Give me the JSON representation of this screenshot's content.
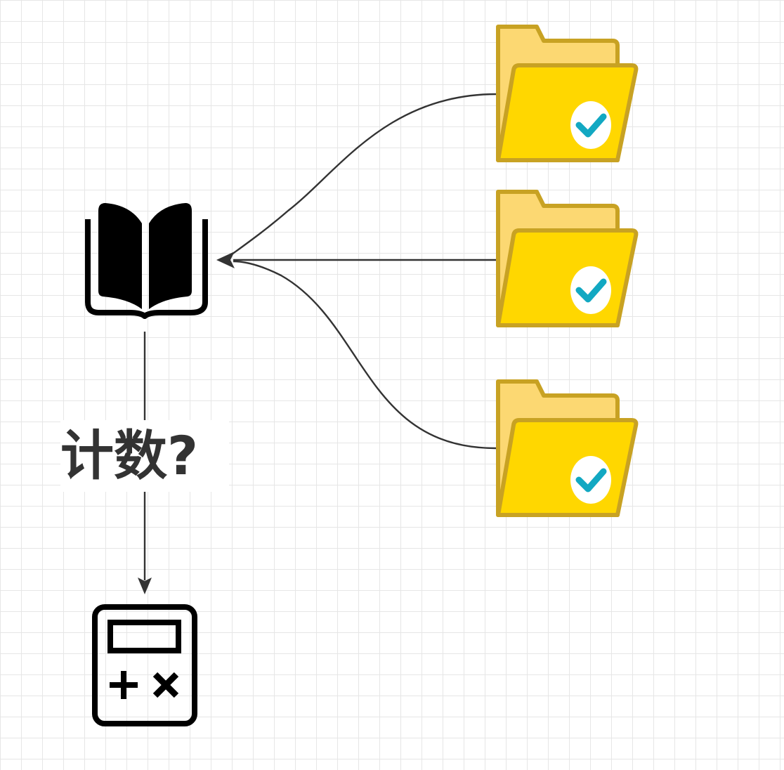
{
  "diagram": {
    "edge_label": "计数?",
    "nodes": [
      {
        "id": "folder-1",
        "icon": "folder-check-icon"
      },
      {
        "id": "folder-2",
        "icon": "folder-check-icon"
      },
      {
        "id": "folder-3",
        "icon": "folder-check-icon"
      },
      {
        "id": "book",
        "icon": "book-open-icon"
      },
      {
        "id": "calculator",
        "icon": "calculator-icon"
      }
    ],
    "edges": [
      {
        "from": "folder-1",
        "to": "book"
      },
      {
        "from": "folder-2",
        "to": "book"
      },
      {
        "from": "folder-3",
        "to": "book"
      },
      {
        "from": "book",
        "to": "calculator",
        "label": "计数?"
      }
    ]
  },
  "colors": {
    "folder_back": "#FCD872",
    "folder_front": "#FFD700",
    "folder_stroke": "#C8A223",
    "check": "#12A8C2",
    "edge": "#333333",
    "icon": "#000000"
  }
}
